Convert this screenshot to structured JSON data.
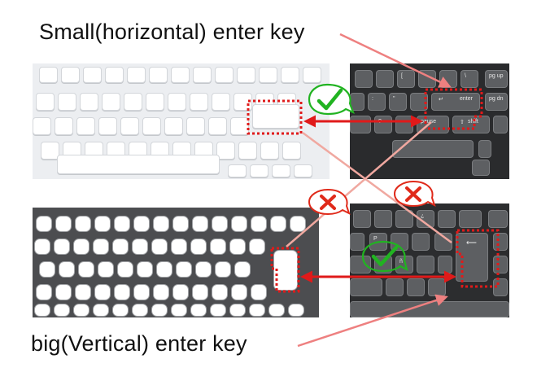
{
  "labels": {
    "top": "Small(horizontal) enter key",
    "bottom": "big(Vertical) enter key"
  },
  "keys": {
    "pg_up": "pg up",
    "pg_dn": "pg dn",
    "enter": "enter",
    "shift": "shift",
    "pause": "pause",
    "quote": "\"",
    "bracket": "[",
    "backslash": "\\",
    "semicolon": ":",
    "slash": "?",
    "br_p": "P",
    "br_enie": "ñ",
    "br_invq": "¿"
  },
  "colors": {
    "accent_red": "#e01a1a",
    "arrow_pink": "#ee8080",
    "check_green": "#21b321",
    "cross_red": "#e02a1a"
  },
  "icons": {
    "correct": "check-icon",
    "wrong": "cross-icon",
    "enter_glyph": "return-arrow-icon",
    "shift_glyph": "up-arrow-icon"
  }
}
